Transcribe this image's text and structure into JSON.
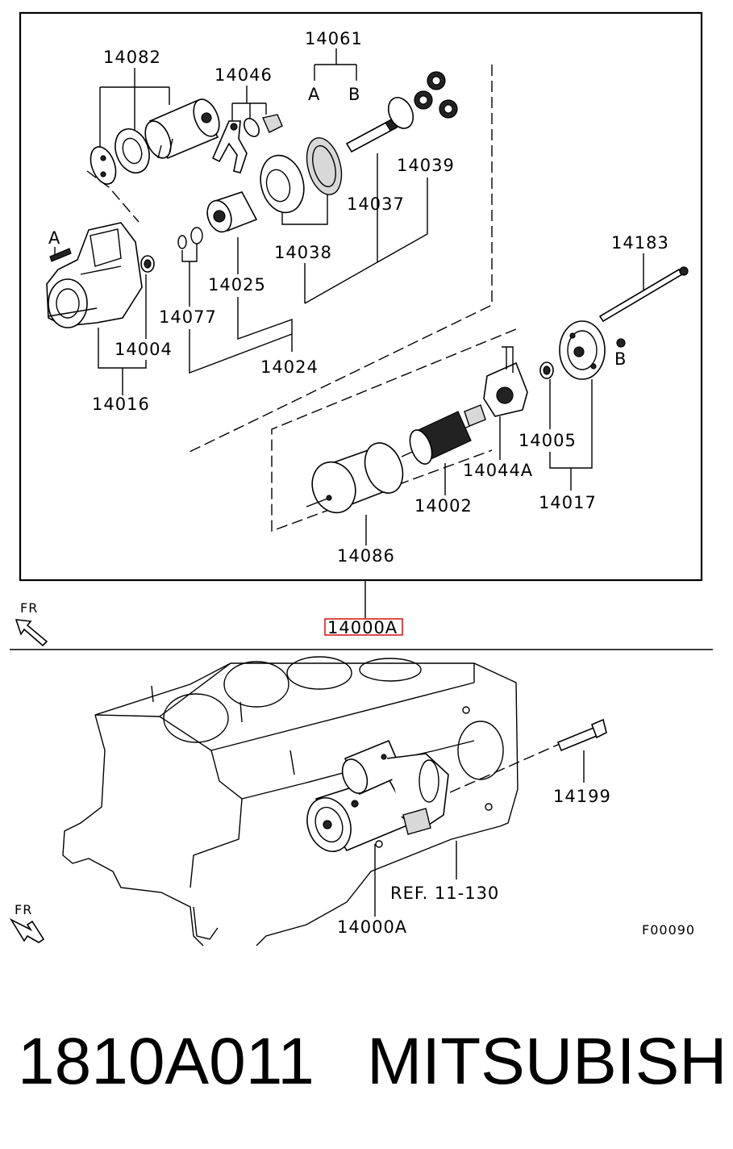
{
  "callouts": {
    "c14061": "14061",
    "c14061a": "A",
    "c14061b": "B",
    "c14082": "14082",
    "c14046": "14046",
    "c14039": "14039",
    "c14037": "14037",
    "c14038": "14038",
    "c14025": "14025",
    "c14077": "14077",
    "c14004": "14004",
    "c14024": "14024",
    "c14016": "14016",
    "c14183": "14183",
    "c14005": "14005",
    "c14044a": "14044A",
    "c14017": "14017",
    "c14002": "14002",
    "c14086": "14086",
    "marker_a": "A",
    "marker_b": "B"
  },
  "top_assembly_label": "14000A",
  "bottom": {
    "c14199": "14199",
    "ref": "REF. 11-130",
    "c14000a": "14000A",
    "figure_code": "F00090"
  },
  "orientation": {
    "top": "FR",
    "bottom": "FR"
  },
  "footer": {
    "part_number": "1810A011",
    "brand": "MITSUBISHI"
  },
  "colors": {
    "highlight": "#d62020",
    "ink": "#000000"
  }
}
